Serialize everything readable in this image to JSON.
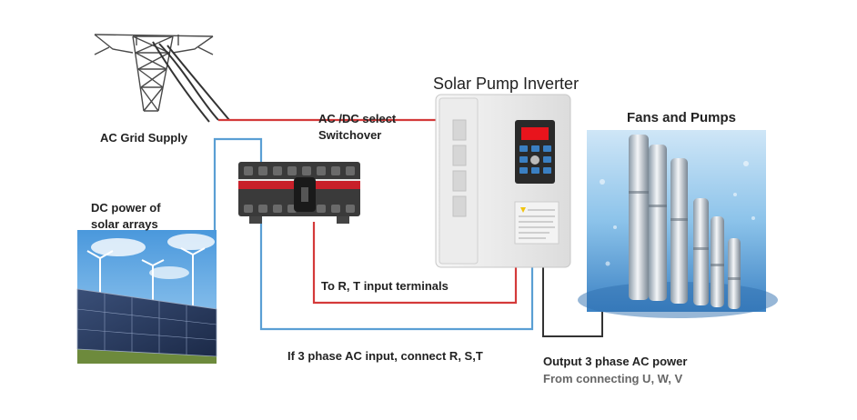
{
  "labels": {
    "ac_grid": "AC Grid Supply",
    "switch_line1": "AC /DC select",
    "switch_line2": "Switchover",
    "inverter_title": "Solar Pump Inverter",
    "fans_pumps": "Fans and Pumps",
    "dc_line1": "DC power of",
    "dc_line2": "solar arrays",
    "rt_input": "To R,  T input terminals",
    "three_phase_in": "If 3 phase AC input, connect  R, S,T",
    "output_line1": "Output 3 phase AC power",
    "output_line2": "From connecting U, W, V"
  },
  "colors": {
    "ac_wire": "#d43a3a",
    "dc_wire": "#5a9fd4",
    "output_wire": "#333333",
    "switch_body": "#3a3a3a",
    "switch_stripe": "#c8202a",
    "inverter_body": "#eeeeee",
    "display_red": "#e8141c",
    "keypad_blue": "#3a7fc2",
    "water_blue": "#7ab8e4",
    "sky_blue": "#6fb3ea"
  },
  "icons": [
    "transmission-tower-icon",
    "switchover-device-icon",
    "solar-inverter-icon",
    "submersible-pumps-icon",
    "solar-panels-icon"
  ]
}
